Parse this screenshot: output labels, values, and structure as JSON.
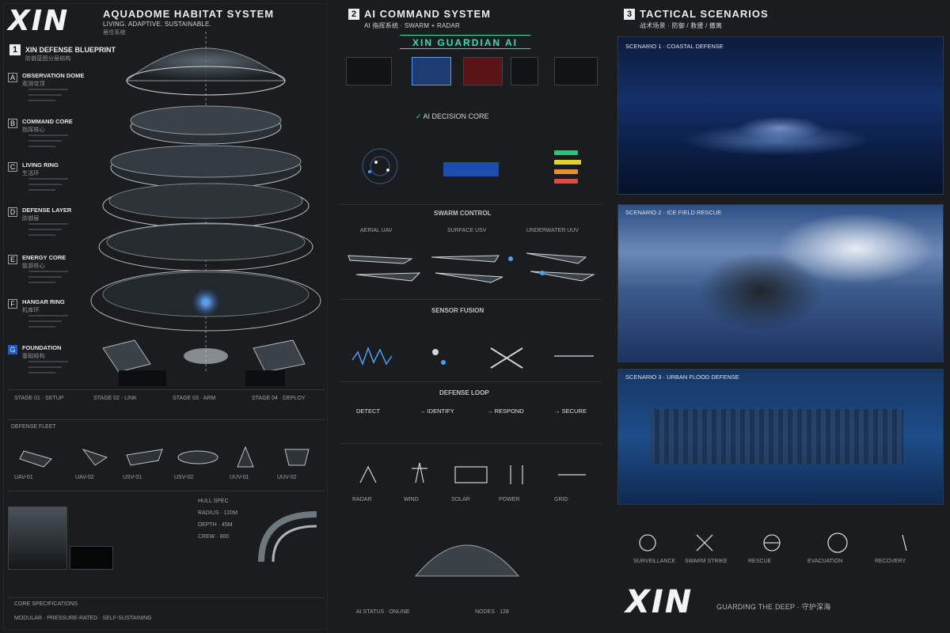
{
  "brand": {
    "logo": "XIN",
    "logo_bottom": "XIN"
  },
  "sec1": {
    "title": "AQUADOME HABITAT SYSTEM",
    "subtitle": "LIVING. ADAPTIVE. SUSTAINABLE.",
    "subtitle_cn": "居住系统",
    "section_num": "1",
    "blueprint_title": "XIN DEFENSE BLUEPRINT",
    "blueprint_cn": "防御蓝图分层结构",
    "layers": [
      {
        "letter": "A",
        "name": "OBSERVATION DOME",
        "cn": "观测穹顶"
      },
      {
        "letter": "B",
        "name": "COMMAND CORE",
        "cn": "指挥核心"
      },
      {
        "letter": "C",
        "name": "LIVING RING",
        "cn": "生活环"
      },
      {
        "letter": "D",
        "name": "DEFENSE LAYER",
        "cn": "防御层"
      },
      {
        "letter": "E",
        "name": "ENERGY CORE",
        "cn": "能源核心"
      },
      {
        "letter": "F",
        "name": "HANGAR RING",
        "cn": "机库环"
      },
      {
        "letter": "G",
        "name": "FOUNDATION",
        "cn": "基础结构"
      }
    ]
  },
  "sec2": {
    "num": "2",
    "title": "AI COMMAND SYSTEM",
    "subtitle": "AI 指挥系统 · SWARM + RADAR",
    "guardian": "XIN GUARDIAN AI",
    "decision_core": "AI DECISION CORE",
    "swarm_control": "SWARM CONTROL",
    "sensor_fusion": "SENSOR FUSION",
    "defense_loop": "DEFENSE LOOP",
    "aerial": "AERIAL UAV",
    "surface": "SURFACE USV",
    "underwater": "UNDERWATER UUV"
  },
  "sec3": {
    "num": "3",
    "title": "TACTICAL SCENARIOS",
    "subtitle": "战术场景 · 防御 / 救援 / 撤离",
    "scene1": "SCENARIO 1 · COASTAL DEFENSE",
    "scene2": "SCENARIO 2 · ICE FIELD RESCUE",
    "scene3": "SCENARIO 3 · URBAN FLOOD DEFENSE",
    "tagline": "GUARDING THE DEEP · 守护深海"
  },
  "colors": {
    "accent_teal": "#35e0a8",
    "accent_blue": "#1c5ad4",
    "bg": "#1b1c1d"
  }
}
